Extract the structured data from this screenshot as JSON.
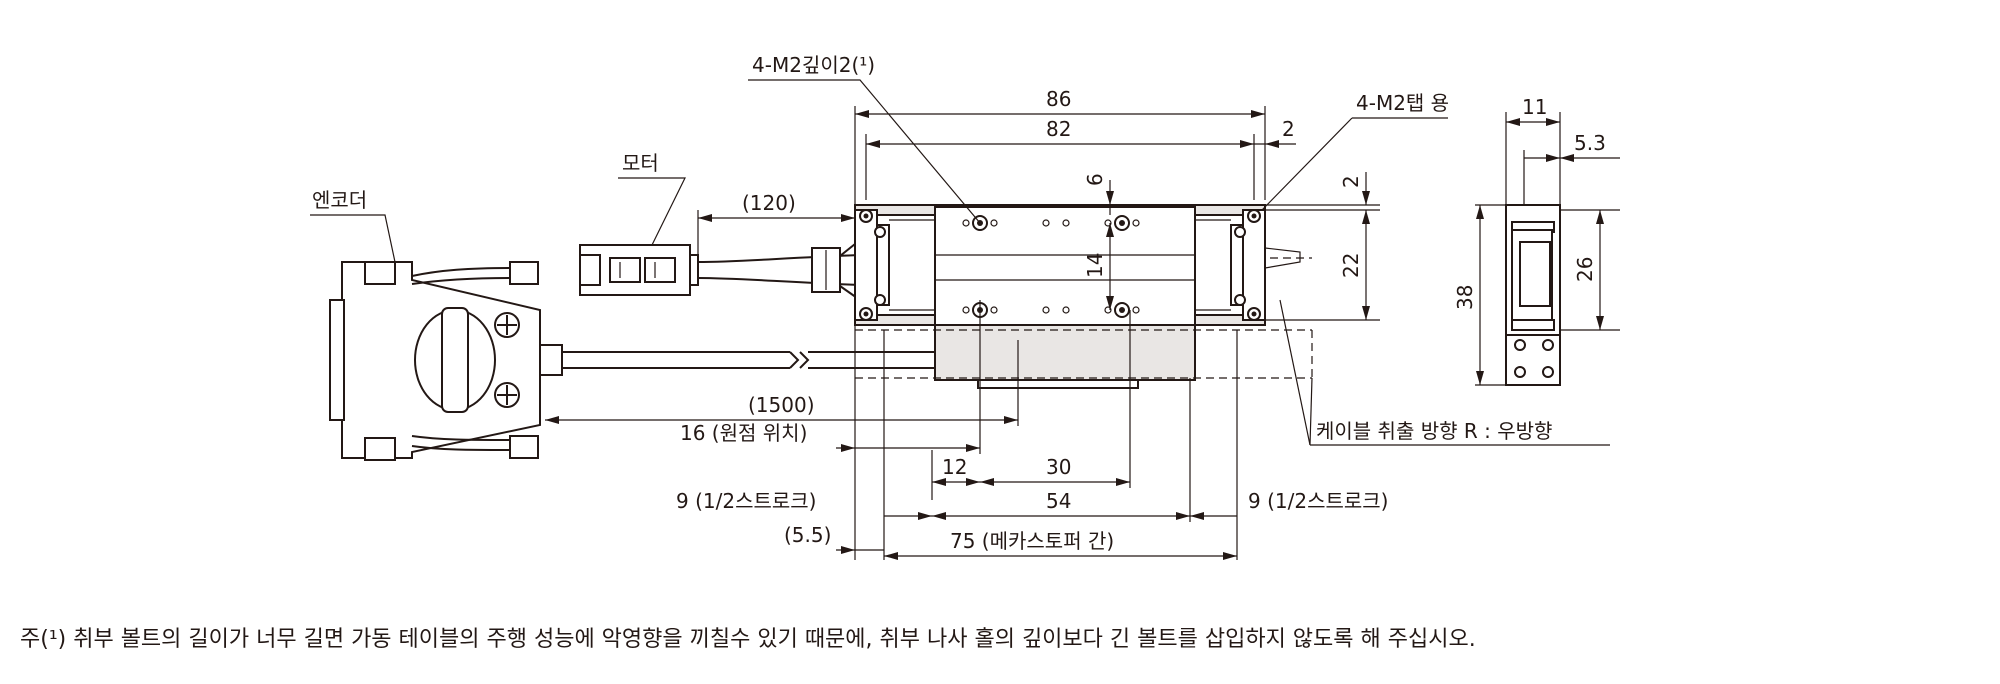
{
  "labels": {
    "hole_depth": "4-M2깊이2(¹)",
    "tap_for": "4-M2탭 용",
    "motor": "모터",
    "encoder": "엔코더",
    "motor_cable": "(120)",
    "encoder_cable": "(1500)",
    "origin": "16 (원점 위치)",
    "half_stroke_left": "9 (1/2스트로크)",
    "half_stroke_right": "9 (1/2스트로크)",
    "offset": "(5.5)",
    "mech_stop": "75 (메카스토퍼 간)",
    "cable_dir": "케이블 취출 방향 R : 우방향"
  },
  "dims": {
    "overall": "86",
    "hole_pitch": "82",
    "edge": "2",
    "top6": "6",
    "side2": "2",
    "height14": "14",
    "height22": "22",
    "d12": "12",
    "d30": "30",
    "d54": "54",
    "w11": "11",
    "w53": "5.3",
    "h38": "38",
    "h26": "26"
  },
  "note": "주(¹)   취부 볼트의 길이가 너무 길면 가동 테이블의 주행 성능에 악영향을 끼칠수 있기 때문에, 취부 나사 홀의 깊이보다 긴 볼트를 삽입하지 않도록 해 주십시오."
}
